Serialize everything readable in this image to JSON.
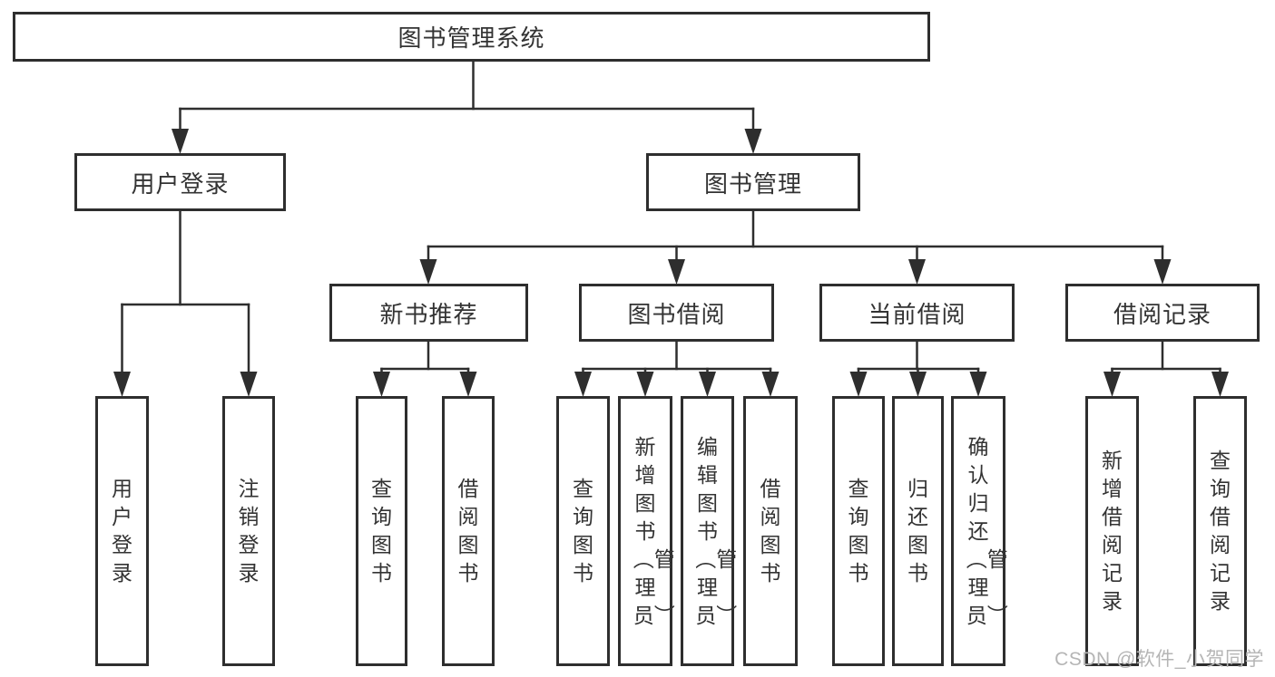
{
  "diagram": {
    "title": "图书管理系统",
    "line_color": "#2e2e2e",
    "text_color": "#333333",
    "branches": [
      {
        "label": "用户登录",
        "children": [
          {
            "label": "用户登录"
          },
          {
            "label": "注销登录"
          }
        ]
      },
      {
        "label": "图书管理",
        "children": [
          {
            "label": "新书推荐",
            "children": [
              {
                "label": "查询图书"
              },
              {
                "label": "借阅图书"
              }
            ]
          },
          {
            "label": "图书借阅",
            "children": [
              {
                "label": "查询图书"
              },
              {
                "label": "新增图书︵管理员︶"
              },
              {
                "label": "编辑图书︵管理员︶"
              },
              {
                "label": "借阅图书"
              }
            ]
          },
          {
            "label": "当前借阅",
            "children": [
              {
                "label": "查询图书"
              },
              {
                "label": "归还图书"
              },
              {
                "label": "确认归还︵管理员︶"
              }
            ]
          },
          {
            "label": "借阅记录",
            "children": [
              {
                "label": "新增借阅记录"
              },
              {
                "label": "查询借阅记录"
              }
            ]
          }
        ]
      }
    ]
  },
  "watermark": {
    "text": "CSDN @软件_小贺同学",
    "color": "#b5b5b5"
  }
}
